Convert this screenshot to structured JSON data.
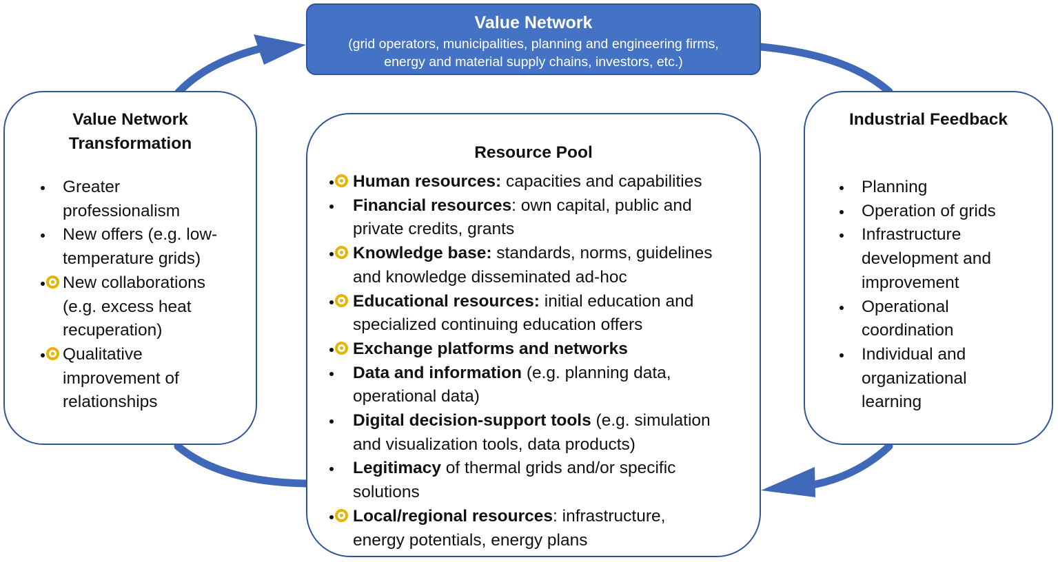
{
  "value_network": {
    "title": "Value Network",
    "subtitle_line1": "(grid operators, municipalities, planning and engineering firms,",
    "subtitle_line2": "energy and material supply chains, investors, etc.)"
  },
  "left_box": {
    "title_line1": "Value Network",
    "title_line2": "Transformation",
    "items": [
      {
        "lines": [
          "Greater",
          "professionalism"
        ],
        "marker": "dot"
      },
      {
        "lines": [
          "New offers (e.g. low-",
          "temperature grids)"
        ],
        "marker": "dot"
      },
      {
        "lines": [
          "New collaborations",
          "(e.g. excess heat",
          "recuperation)"
        ],
        "marker": "ring"
      },
      {
        "lines": [
          "Qualitative",
          "improvement of",
          "relationships"
        ],
        "marker": "ring"
      }
    ]
  },
  "center_box": {
    "title": "Resource Pool",
    "items": [
      {
        "marker": "ring",
        "bold": "Human resources:",
        "lines": [
          " capacities and capabilities"
        ]
      },
      {
        "marker": "dot",
        "bold": "Financial resources",
        "lines": [
          ": own capital, public and",
          "private credits, grants"
        ]
      },
      {
        "marker": "ring",
        "bold": "Knowledge base:",
        "lines": [
          " standards, norms, guidelines",
          "and knowledge disseminated ad-hoc"
        ]
      },
      {
        "marker": "ring",
        "bold": "Educational resources:",
        "lines": [
          " initial education and",
          "specialized continuing education offers"
        ]
      },
      {
        "marker": "ring",
        "bold": "Exchange platforms and networks",
        "lines": [
          ""
        ]
      },
      {
        "marker": "dot",
        "bold": "Data and information",
        "lines": [
          " (e.g. planning data,",
          "operational data)"
        ]
      },
      {
        "marker": "dot",
        "bold": "Digital decision-support tools",
        "lines": [
          " (e.g. simulation",
          "and visualization tools, data products)"
        ]
      },
      {
        "marker": "dot",
        "bold": "Legitimacy",
        "lines": [
          " of thermal grids and/or specific",
          "solutions"
        ]
      },
      {
        "marker": "ring",
        "bold": "Local/regional resources",
        "lines": [
          ": infrastructure,",
          "energy potentials, energy plans"
        ]
      }
    ]
  },
  "right_box": {
    "title": "Industrial Feedback",
    "items": [
      {
        "lines": [
          "Planning"
        ]
      },
      {
        "lines": [
          "Operation of grids"
        ]
      },
      {
        "lines": [
          "Infrastructure",
          "development and",
          "improvement"
        ]
      },
      {
        "lines": [
          "Operational",
          "coordination"
        ]
      },
      {
        "lines": [
          "Individual and",
          "organizational",
          "learning"
        ]
      }
    ]
  },
  "colors": {
    "arrow": "#3f68b8",
    "header_fill": "#4472c4",
    "box_border": "#2f5597",
    "marker_ring": "#e6b400"
  }
}
